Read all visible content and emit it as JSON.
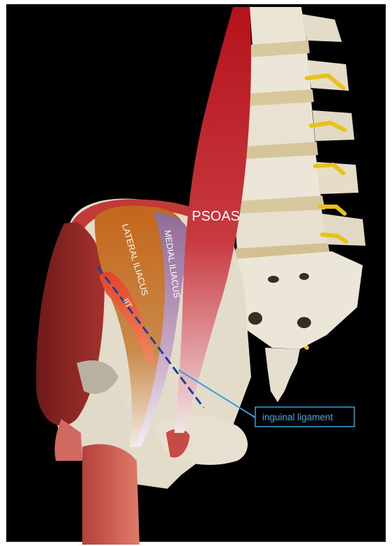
{
  "image": {
    "background_color": "#000000",
    "border_color": "#ffffff",
    "colors": {
      "psoas": "#c41a20",
      "lateral_iliacus": "#c86a1e",
      "medial_iliacus": "#9a76a0",
      "iit": "#e2452a",
      "callout_line": "#2ea3e0",
      "dashed_line": "#1f3f9a",
      "label_text": "#ffffff",
      "callout_text": "#3aa8e8",
      "bone": "#ece6d8",
      "nerve": "#e8c21a"
    }
  },
  "labels": {
    "psoas": "PSOAS",
    "lateral_iliacus": "LATERAL ILIACUS",
    "medial_iliacus": "MEDIAL ILIACUS",
    "iit": "IIT"
  },
  "callout": {
    "text": "inguinal ligament"
  }
}
